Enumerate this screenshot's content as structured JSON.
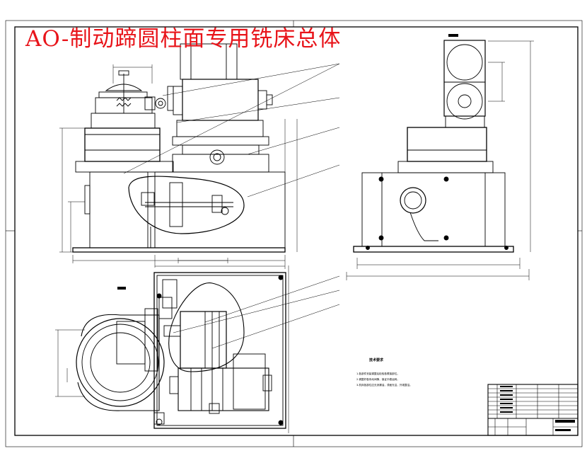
{
  "drawing": {
    "title": "AO-制动蹄圆柱面专用铣床总体",
    "technical_requirements": {
      "title": "技术要求",
      "items": [
        "1.各部件安装调整后检验各联接部位。",
        "2.调整好各传动间隙，保证平稳运转。",
        "3.机床各部位应无渗漏油，漆面光洁，外观整洁。"
      ]
    }
  },
  "colors": {
    "title": "#e8141a",
    "line": "#000000",
    "background": "#ffffff"
  }
}
